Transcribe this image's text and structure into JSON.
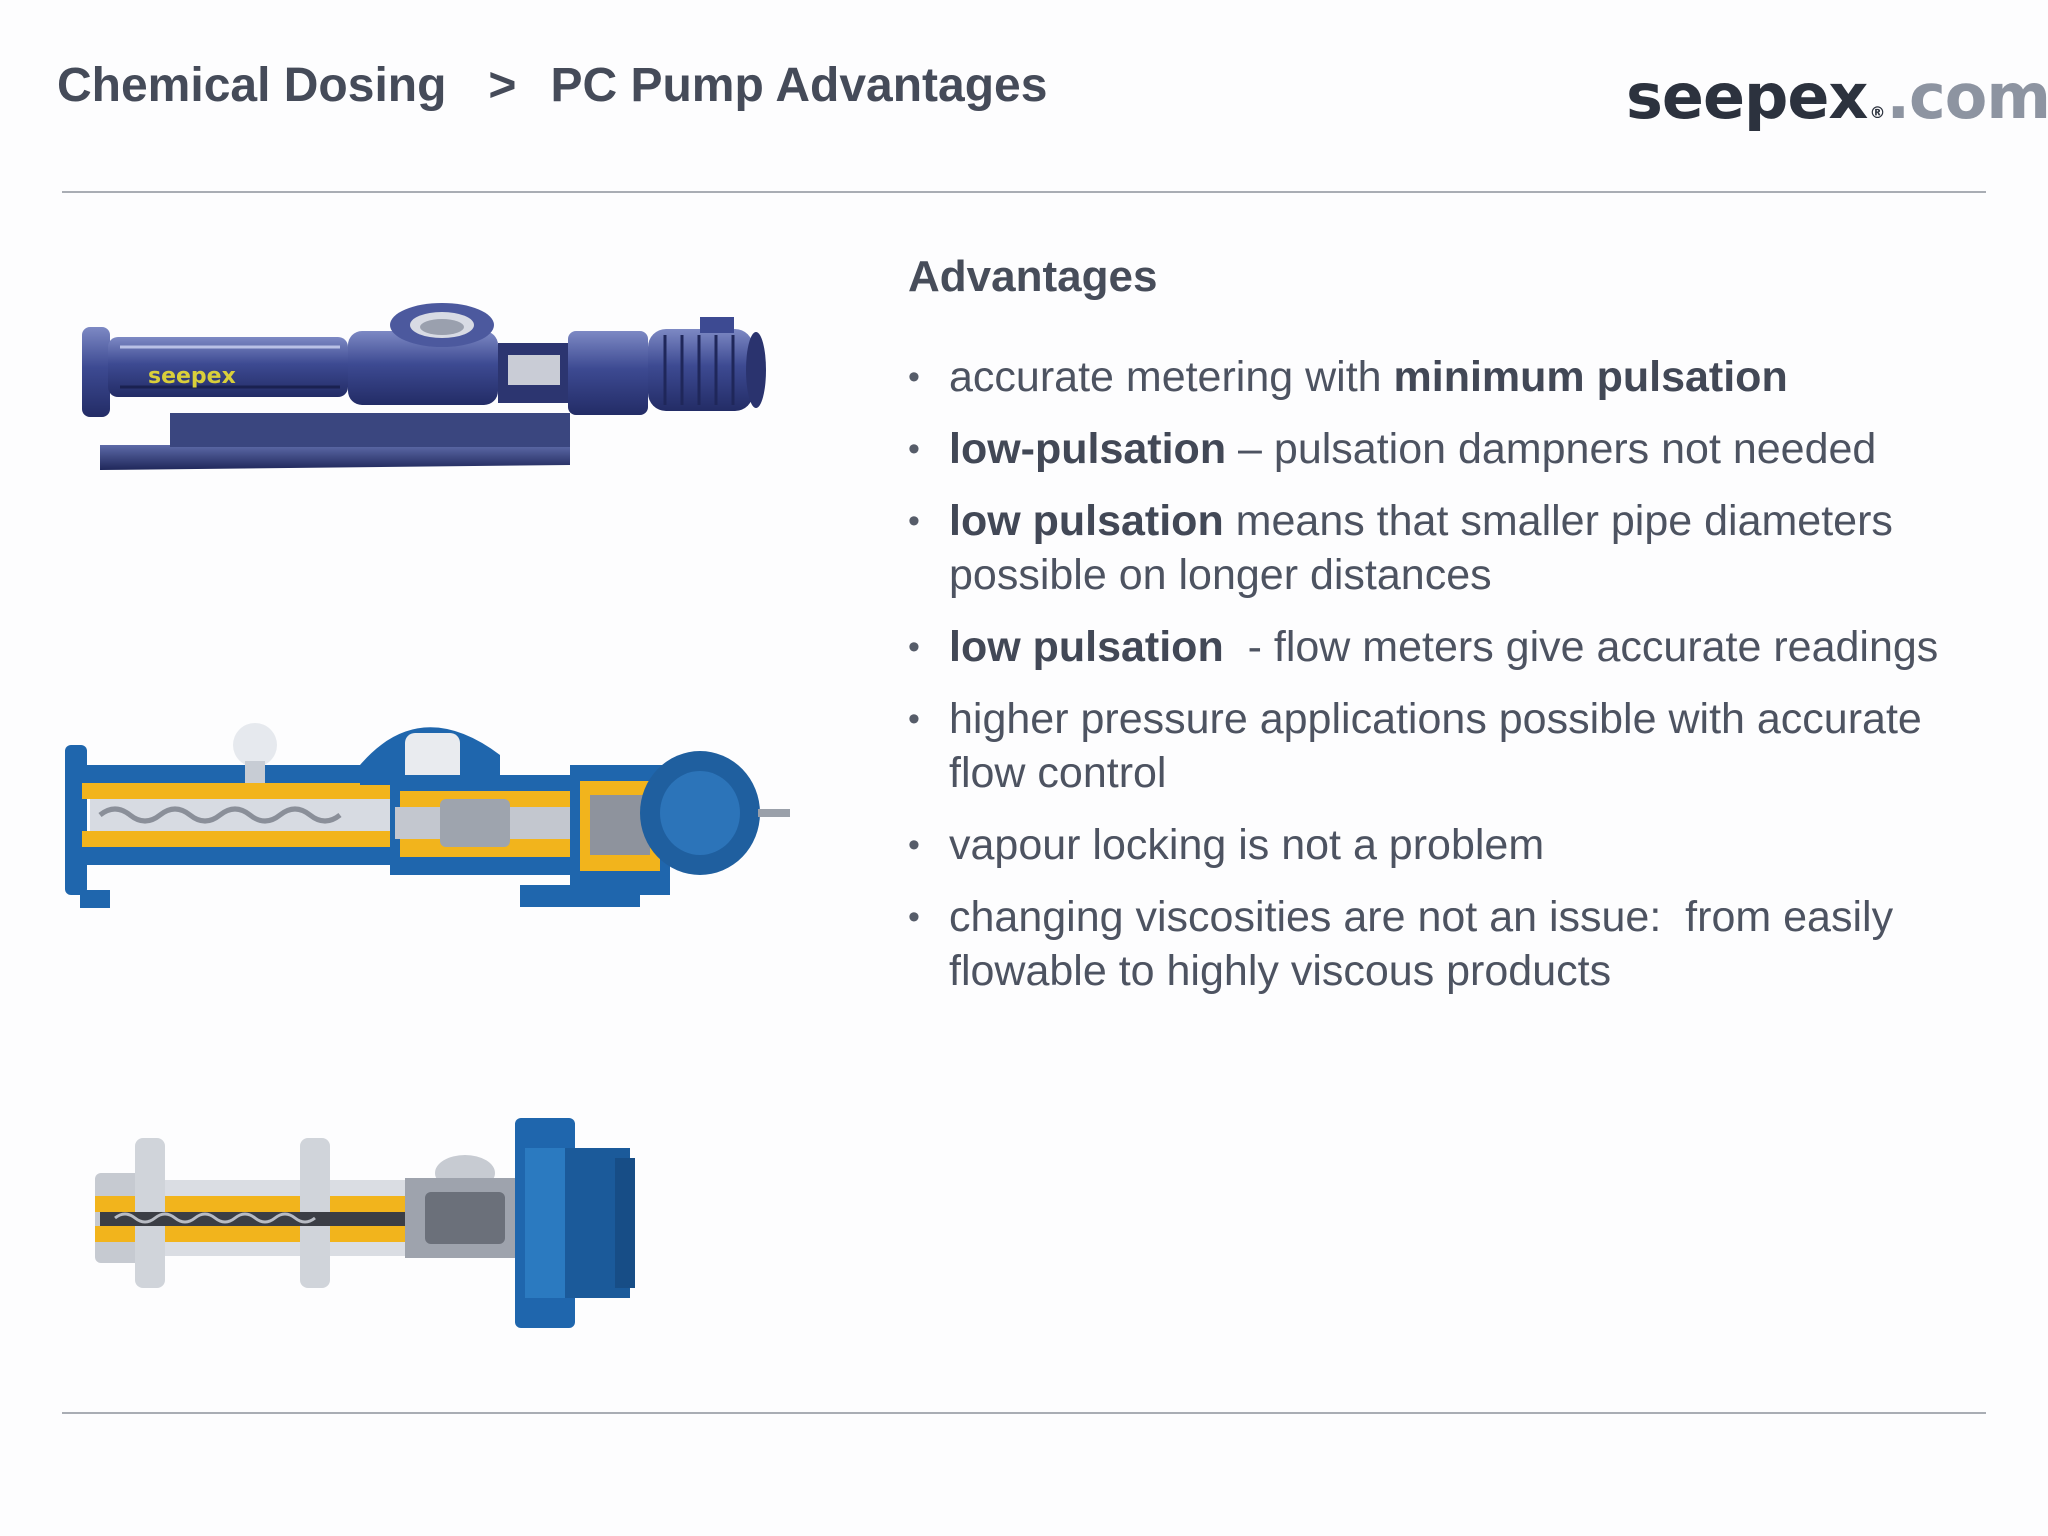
{
  "header": {
    "breadcrumb": [
      "Chemical Dosing",
      ">",
      "PC Pump Advantages"
    ],
    "logo": {
      "brand": "seepex",
      "reg": "®",
      "tld": ".com"
    }
  },
  "pump_images": [
    {
      "caption_on_casing": "seepex"
    },
    {},
    {}
  ],
  "content": {
    "heading": "Advantages",
    "bullet_symbol": "•",
    "items": [
      {
        "parts": [
          {
            "text": "accurate metering with ",
            "bold": false
          },
          {
            "text": "minimum pulsation",
            "bold": true
          }
        ]
      },
      {
        "parts": [
          {
            "text": "low-pulsation",
            "bold": true
          },
          {
            "text": " – pulsation dampners not needed",
            "bold": false
          }
        ]
      },
      {
        "parts": [
          {
            "text": "low pulsation",
            "bold": true
          },
          {
            "text": " means that smaller pipe diameters possible on longer distances",
            "bold": false
          }
        ]
      },
      {
        "parts": [
          {
            "text": "low pulsation",
            "bold": true
          },
          {
            "text": "  - flow meters give accurate readings",
            "bold": false
          }
        ]
      },
      {
        "parts": [
          {
            "text": "higher pressure applications possible with accurate flow control",
            "bold": false
          }
        ]
      },
      {
        "parts": [
          {
            "text": "vapour locking is not a problem",
            "bold": false
          }
        ]
      },
      {
        "parts": [
          {
            "text": "changing viscosities are not an issue:  from easily flowable to highly viscous products",
            "bold": false
          }
        ]
      }
    ]
  },
  "colors": {
    "title": "#454b59",
    "pump_blue": "#3b4a8f",
    "cutaway_blue": "#1f66ad",
    "cutaway_yellow": "#f2b41c",
    "rule": "#a9adb4"
  }
}
